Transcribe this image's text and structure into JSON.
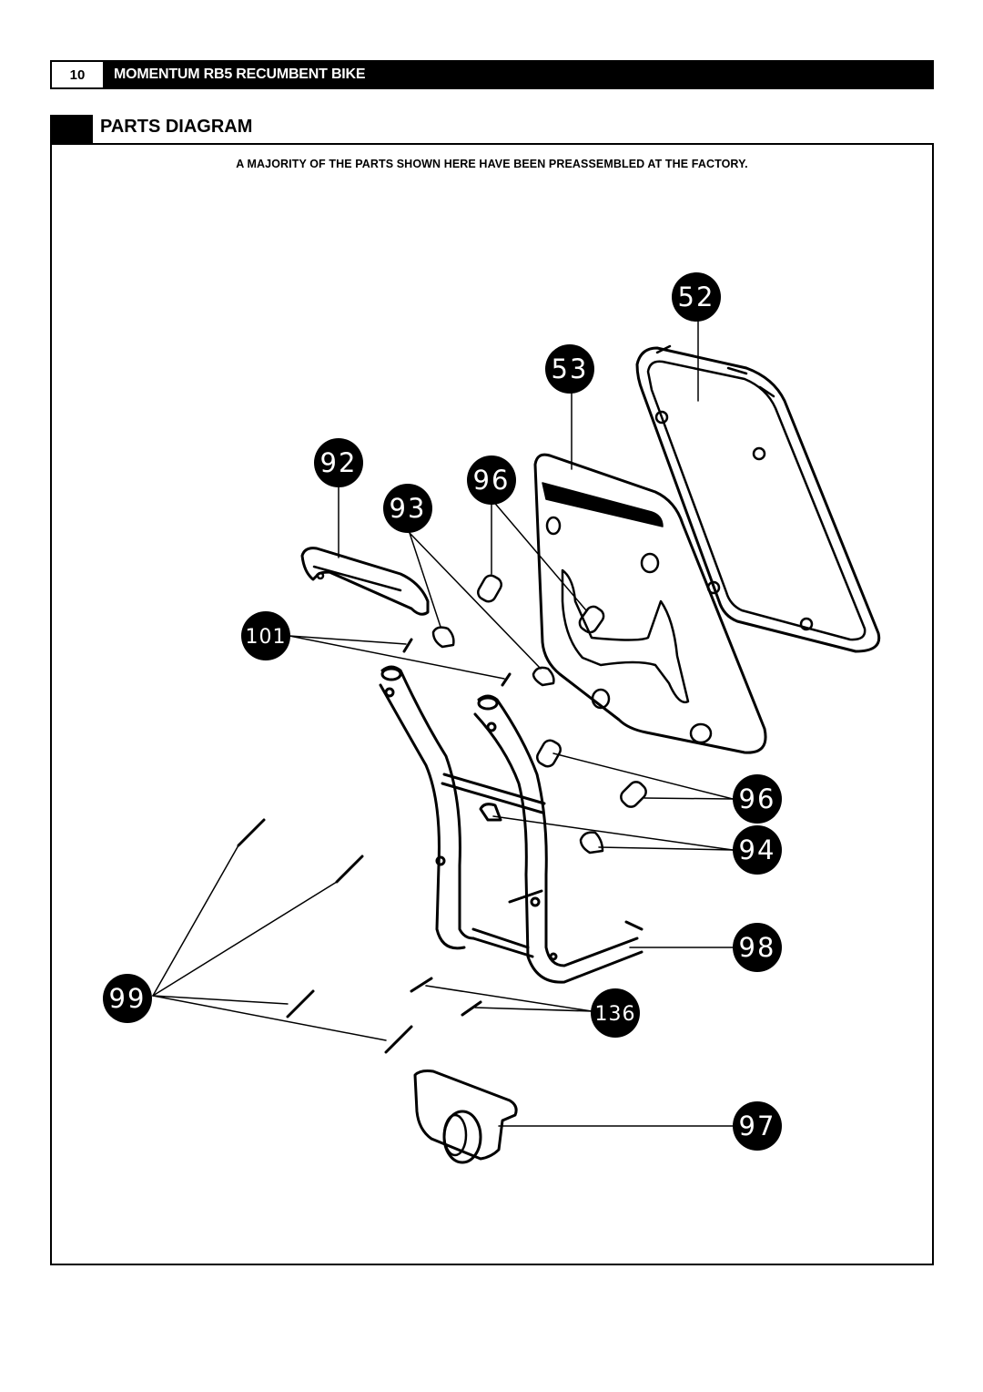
{
  "header": {
    "page_number": "10",
    "title": "MOMENTUM RB5 RECUMBENT BIKE"
  },
  "section": {
    "title": "PARTS DIAGRAM",
    "note": "A MAJORITY OF THE PARTS SHOWN HERE HAVE BEEN PREASSEMBLED AT THE FACTORY."
  },
  "callouts": {
    "c52": "52",
    "c53": "53",
    "c92": "92",
    "c96a": "96",
    "c93": "93",
    "c101": "101",
    "c96b": "96",
    "c94": "94",
    "c98": "98",
    "c99": "99",
    "c136": "136",
    "c97": "97"
  }
}
